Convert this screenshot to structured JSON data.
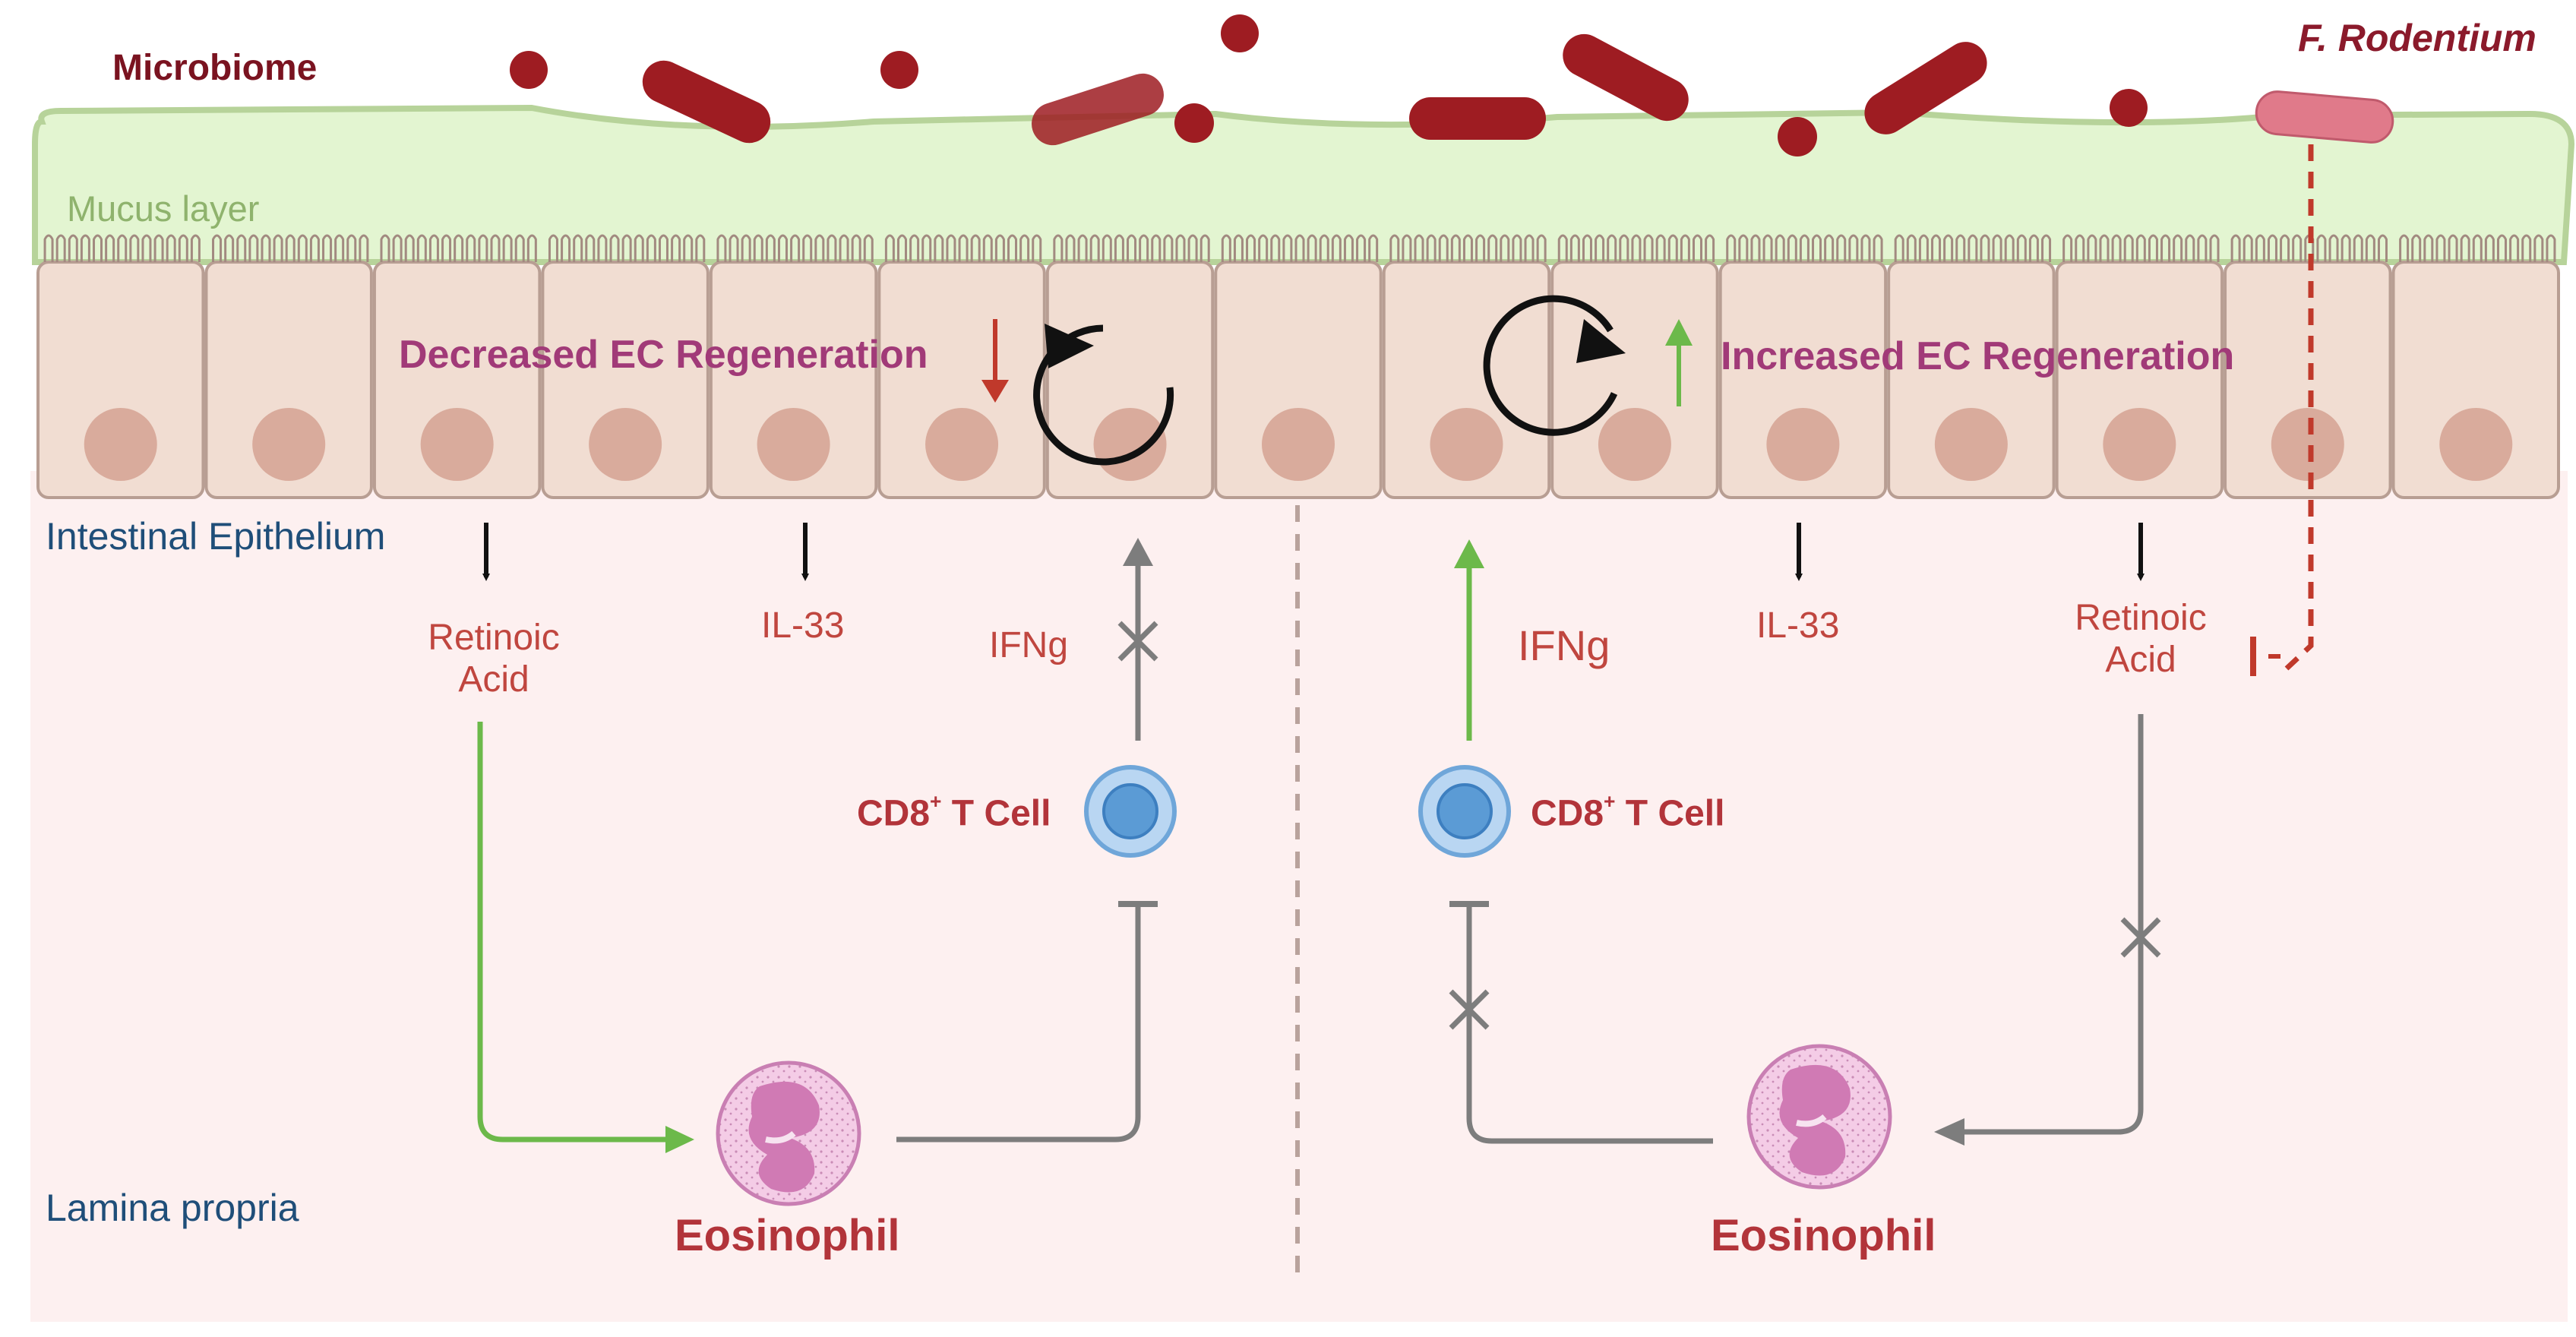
{
  "labels": {
    "microbiome": "Microbiome",
    "f_rodentium": "F. Rodentium",
    "mucus_layer": "Mucus layer",
    "intestinal_epithelium": "Intestinal Epithelium",
    "lamina_propria": "Lamina propria"
  },
  "left": {
    "regeneration": "Decreased EC Regeneration",
    "retinoic_acid_1": "Retinoic",
    "retinoic_acid_2": "Acid",
    "il33": "IL-33",
    "ifng": "IFNg",
    "cd8": "CD8",
    "cd8_sup": "+",
    "cd8_suffix": " T Cell",
    "eosinophil": "Eosinophil"
  },
  "right": {
    "regeneration": "Increased EC Regeneration",
    "retinoic_acid_1": "Retinoic",
    "retinoic_acid_2": "Acid",
    "il33": "IL-33",
    "ifng": "IFNg",
    "cd8": "CD8",
    "cd8_sup": "+",
    "cd8_suffix": " T Cell",
    "eosinophil": "Eosinophil"
  },
  "colors": {
    "bacteria": "#9e1c22",
    "f_rodentium": "#e07a8a",
    "mucus": "#e3f5d1",
    "mucus_border": "#b7d39a",
    "epithelium": "#f1ddd2",
    "nucleus": "#d9ab9c",
    "lamina_propria": "#fcefef",
    "activation_arrow": "#6cb94a",
    "down_arrow": "#c0392b",
    "inhibition": "#7d7d7d",
    "eosinophil": "#f2c6e2",
    "cd8_cell": "#a8cdef"
  }
}
